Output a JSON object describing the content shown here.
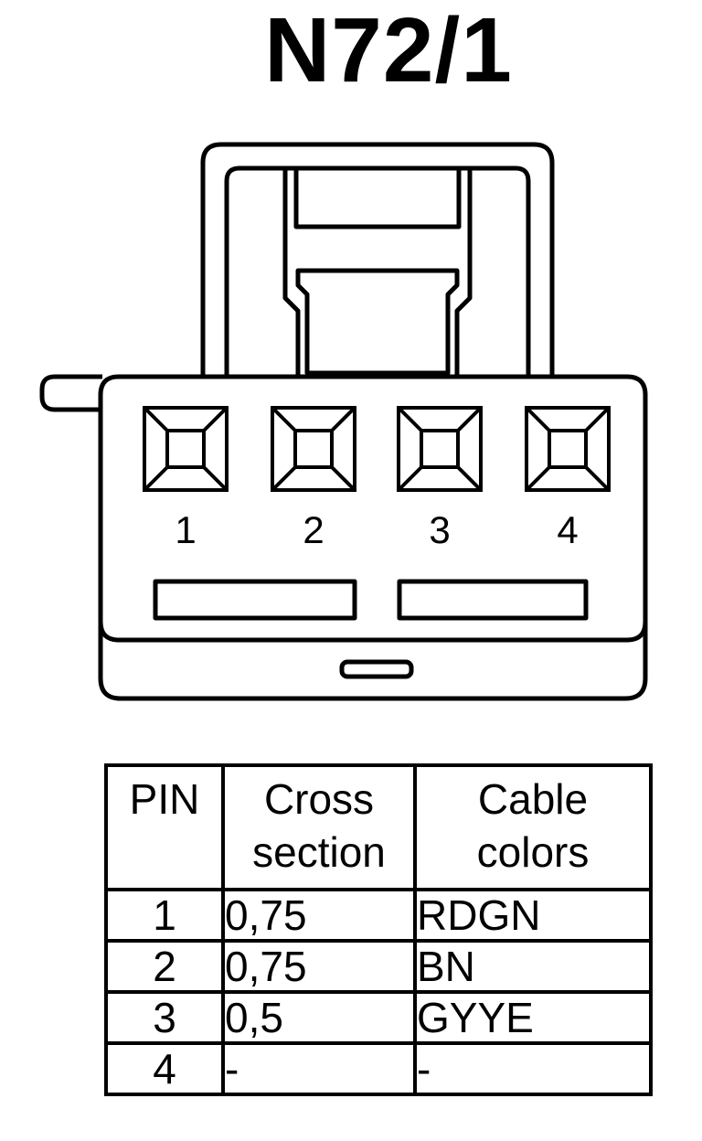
{
  "title": "N72/1",
  "connector": {
    "pins": [
      "1",
      "2",
      "3",
      "4"
    ]
  },
  "table": {
    "headers": {
      "pin": "PIN",
      "cross_section": [
        "Cross",
        "section"
      ],
      "cable_colors": [
        "Cable",
        "colors"
      ]
    },
    "rows": [
      {
        "pin": "1",
        "cross_section": "0,75",
        "color": "RDGN"
      },
      {
        "pin": "2",
        "cross_section": "0,75",
        "color": "BN"
      },
      {
        "pin": "3",
        "cross_section": "0,5",
        "color": "GYYE"
      },
      {
        "pin": "4",
        "cross_section": "-",
        "color": "-"
      }
    ]
  },
  "colors": {
    "line": "#000000",
    "background": "#ffffff"
  }
}
